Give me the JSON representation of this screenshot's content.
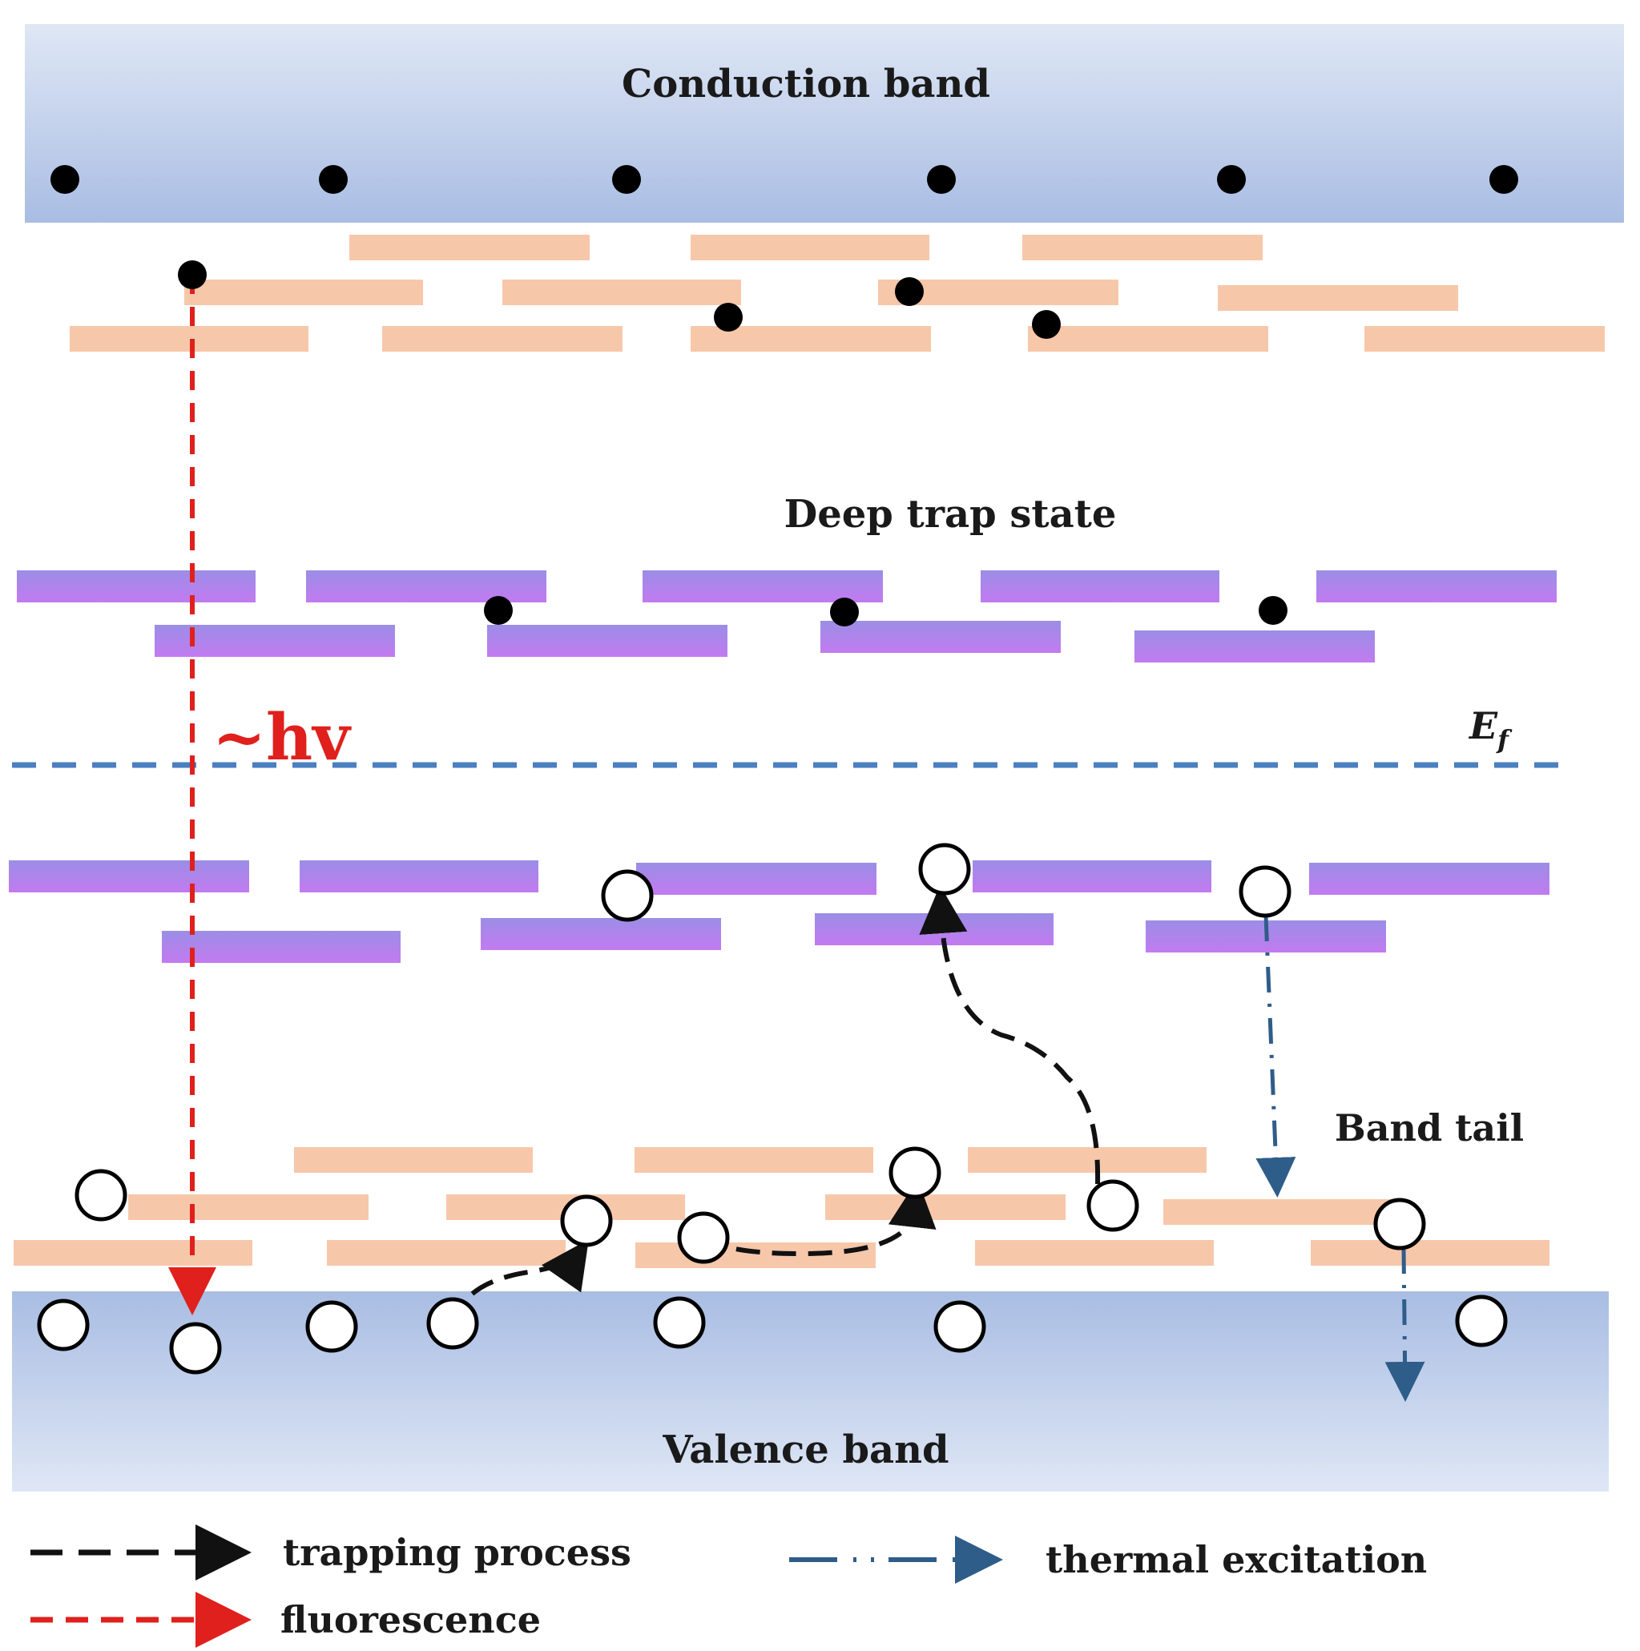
{
  "bands": {
    "conduction": "Conduction band",
    "valence": "Valence band"
  },
  "labels": {
    "deep_trap": "Deep trap state",
    "band_tail": "Band tail",
    "fermi_main": "E",
    "fermi_sub": "f",
    "photon": "~hv"
  },
  "legend": {
    "trapping": "trapping process",
    "thermal": "thermal excitation",
    "fluorescence": "fluorescence"
  },
  "colors": {
    "band_top": "#a9bde3",
    "band_edge": "#dfe7f5",
    "shallow_level": "#f7c7aa",
    "deep_level_top": "#9b8ee6",
    "deep_level_bottom": "#c27af0",
    "fermi_line": "#4a7fc1",
    "fluorescence": "#e0201c",
    "trapping": "#111111",
    "thermal": "#2f5d8a"
  }
}
